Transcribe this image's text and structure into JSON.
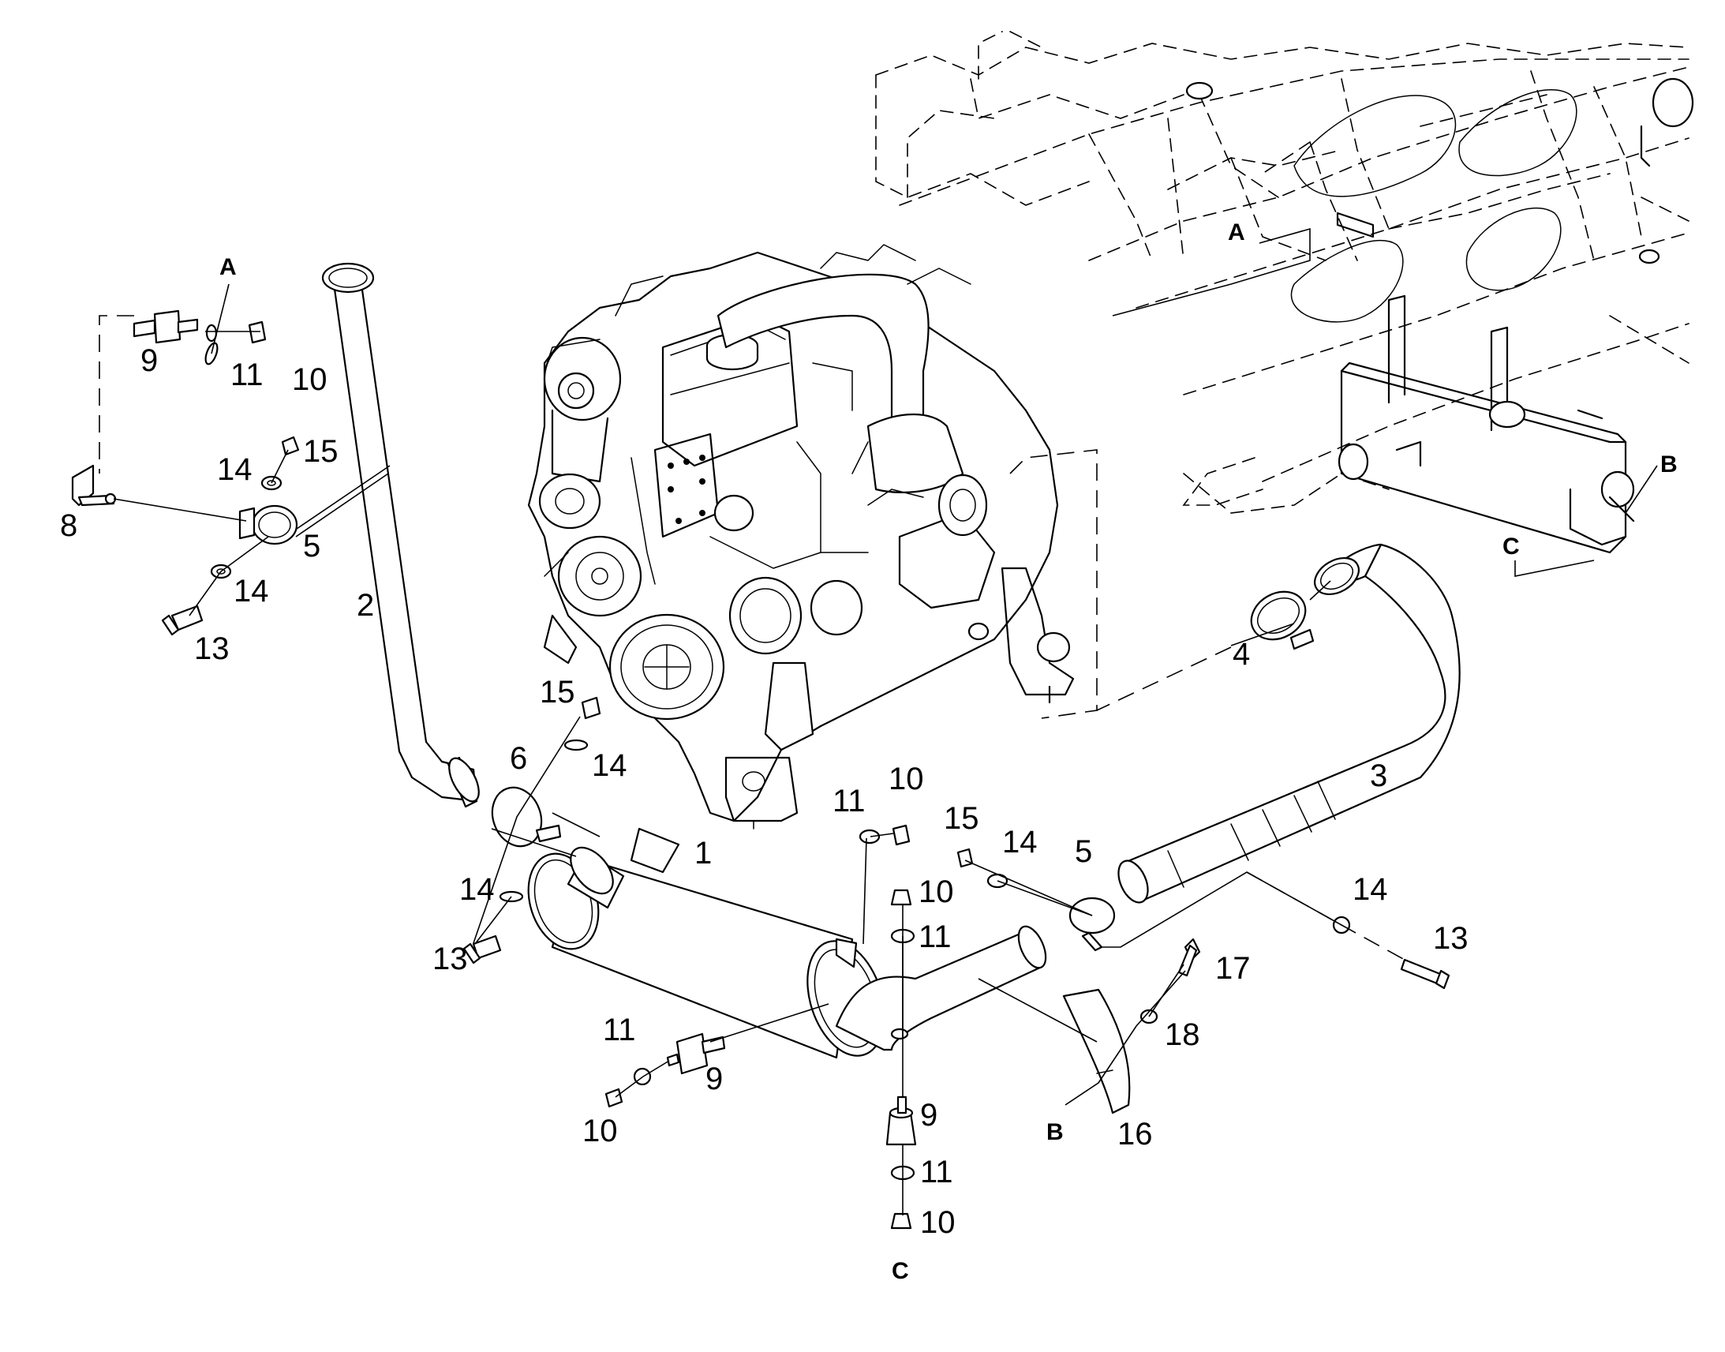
{
  "callouts": {
    "a_top_left": "A",
    "nine_top": "9",
    "eleven_top": "11",
    "ten_top": "10",
    "fifteen_left": "15",
    "fourteen_left_upper": "14",
    "eight": "8",
    "five_left": "5",
    "fourteen_left_lower": "14",
    "thirteen_left": "13",
    "two": "2",
    "fifteen_mid": "15",
    "fourteen_mid": "14",
    "six": "6",
    "fourteen_mid_lower": "14",
    "thirteen_mid": "13",
    "one": "1",
    "eleven_mid": "11",
    "ten_mid": "10",
    "fifteen_right": "15",
    "fourteen_right_upper": "14",
    "five_right": "5",
    "ten_center": "10",
    "eleven_center": "11",
    "eleven_lower_left": "11",
    "nine_lower_left": "9",
    "ten_lower_left": "10",
    "nine_bottom": "9",
    "eleven_bottom": "11",
    "ten_bottom": "10",
    "c_bottom": "C",
    "b_bottom": "B",
    "sixteen": "16",
    "seventeen": "17",
    "eighteen": "18",
    "four": "4",
    "three": "3",
    "fourteen_far_right": "14",
    "thirteen_far_right": "13",
    "a_frame": "A",
    "b_frame": "B",
    "c_frame": "C"
  }
}
